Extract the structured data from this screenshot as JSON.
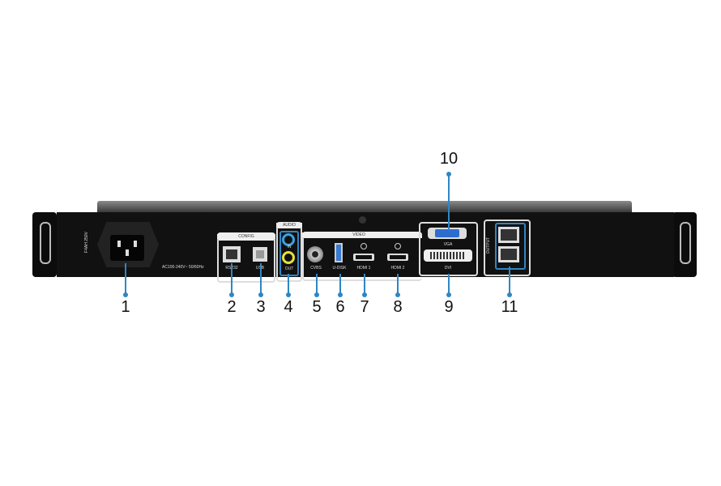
{
  "device": {
    "power_rating": "F4AH 250V",
    "power_spec": "AC100-240V~  50/60Hz",
    "groups": {
      "config": "CONFIG",
      "audio": "AUDIO",
      "video": "VIDEO",
      "output": "OUTPUT"
    },
    "port_labels": {
      "rs232": "RS232",
      "usb": "USB",
      "audio_in": "IN",
      "audio_out": "OUT",
      "cvbs": "CVBS",
      "udisk": "U-DISK",
      "hdmi1": "HDMI 1",
      "hdmi2": "HDMI 2",
      "vga": "VGA",
      "dvi": "DVI"
    }
  },
  "callouts": [
    "1",
    "2",
    "3",
    "4",
    "5",
    "6",
    "7",
    "8",
    "9",
    "10",
    "11"
  ],
  "colors": {
    "callout": "#2f86c4"
  }
}
